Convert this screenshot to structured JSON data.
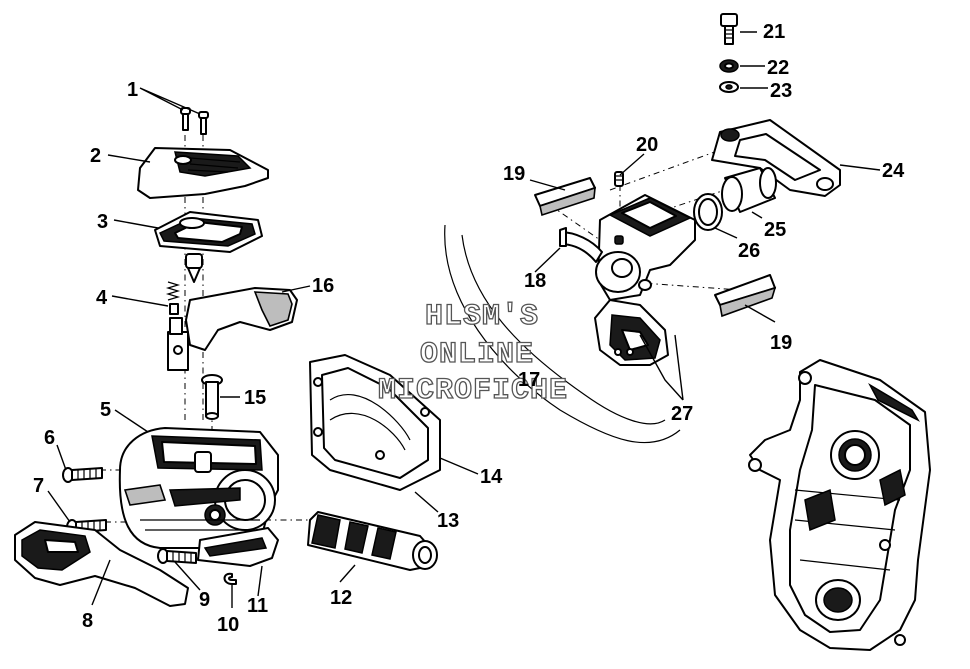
{
  "watermark": {
    "line1": "HLSM'S",
    "line2": "ONLINE",
    "line3": "MICROFICHE"
  },
  "callouts": {
    "c1": "1",
    "c2": "2",
    "c3": "3",
    "c4": "4",
    "c5": "5",
    "c6": "6",
    "c7": "7",
    "c8": "8",
    "c9": "9",
    "c10": "10",
    "c11": "11",
    "c12": "12",
    "c13": "13",
    "c14": "14",
    "c15": "15",
    "c16": "16",
    "c17": "17",
    "c18": "18",
    "c19a": "19",
    "c19b": "19",
    "c20": "20",
    "c21": "21",
    "c22": "22",
    "c23": "23",
    "c24": "24",
    "c25": "25",
    "c26": "26",
    "c27": "27"
  }
}
